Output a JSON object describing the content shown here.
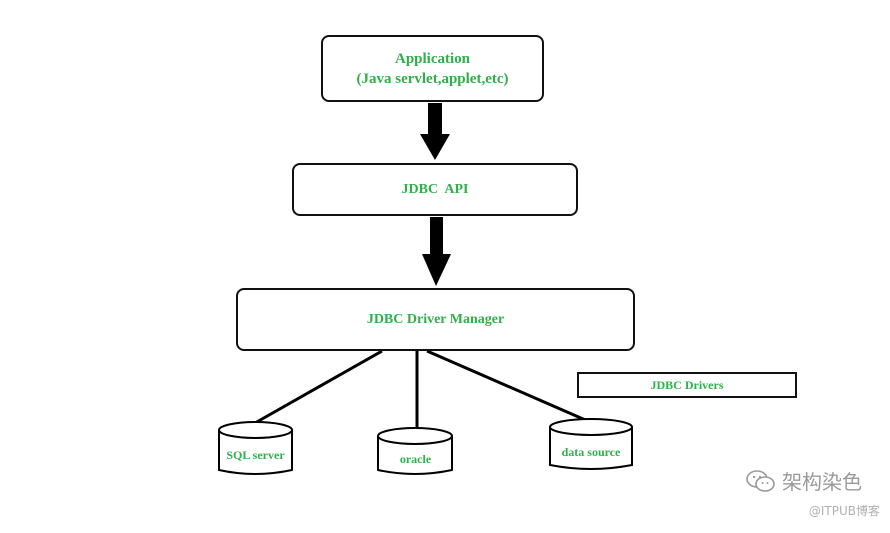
{
  "application": {
    "line1": "Application",
    "line2": "(Java servlet,applet,etc)"
  },
  "api": {
    "label": "JDBC  API"
  },
  "manager": {
    "label": "JDBC Driver Manager"
  },
  "drivers": {
    "label": "JDBC Drivers"
  },
  "databases": [
    {
      "label": "SQL server"
    },
    {
      "label": "oracle"
    },
    {
      "label": "data source"
    }
  ],
  "watermark": {
    "title": "架构染色",
    "sub": "@ITPUB博客",
    "icon": "wechat-icon"
  },
  "colors": {
    "label": "#2fb04a",
    "stroke": "#111111"
  }
}
